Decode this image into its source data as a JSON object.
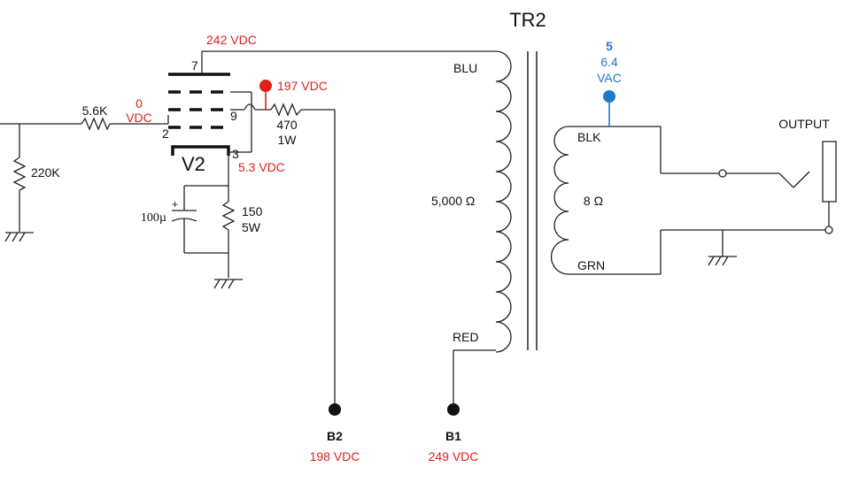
{
  "transformer": {
    "name": "TR2",
    "primary_top": "BLU",
    "primary_impedance": "5,000 Ω",
    "primary_bottom": "RED",
    "secondary_top": "BLK",
    "secondary_impedance": "8 Ω",
    "secondary_bottom": "GRN"
  },
  "tube": {
    "name": "V2",
    "pin_plate": "7",
    "pin_screen": "9",
    "pin_grid": "2",
    "pin_cathode": "3"
  },
  "voltages": {
    "plate": "242 VDC",
    "screen_node": "197 VDC",
    "grid_value": "0",
    "grid_unit": "VDC",
    "cathode": "5.3 VDC"
  },
  "components": {
    "grid_resistor": "5.6K",
    "grid_leak": "220K",
    "screen_resistor_value": "470",
    "screen_resistor_power": "1W",
    "cathode_resistor_value": "150",
    "cathode_resistor_power": "5W",
    "cathode_cap_plus": "+",
    "cathode_cap": "100µ"
  },
  "test_point": {
    "number": "5",
    "value": "6.4",
    "unit": "VAC"
  },
  "output": {
    "label": "OUTPUT"
  },
  "supply": [
    {
      "label": "B2",
      "voltage": "198 VDC"
    },
    {
      "label": "B1",
      "voltage": "249 VDC"
    }
  ],
  "colors": {
    "voltage": "#e0201b",
    "test_point": "#1f78c8",
    "wire": "#222222"
  }
}
